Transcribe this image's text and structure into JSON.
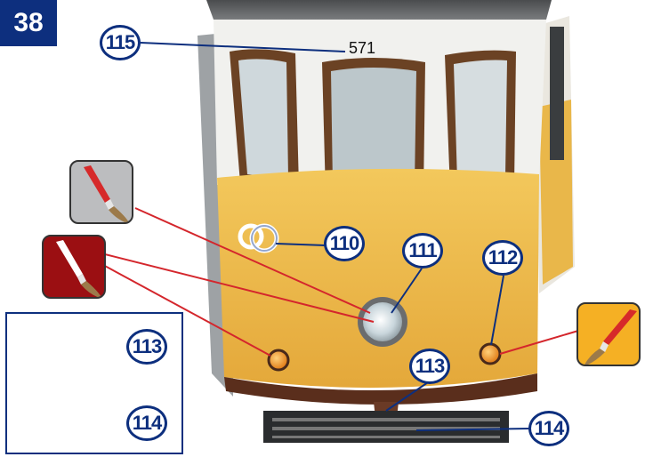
{
  "step_number": "38",
  "tram_number": "571",
  "callouts": {
    "c115": "115",
    "c110": "110",
    "c111": "111",
    "c112": "112",
    "c113_inset": "113",
    "c114_inset": "114",
    "c113_main": "113",
    "c114_main": "114"
  },
  "paint_swatches": {
    "grey": {
      "color": "#bcbdbf",
      "icon": "paintbrush-icon"
    },
    "dark_red": {
      "color": "#9b0f12",
      "icon": "paintbrush-icon"
    },
    "orange": {
      "color": "#f5b024",
      "icon": "paintbrush-icon"
    }
  },
  "colors": {
    "callout_blue": "#0d2f7e",
    "leader_line_red": "#d4262c",
    "tram_yellow": "#f0c04c",
    "tram_white": "#f2f2f0",
    "window_frame": "#6b4224"
  }
}
